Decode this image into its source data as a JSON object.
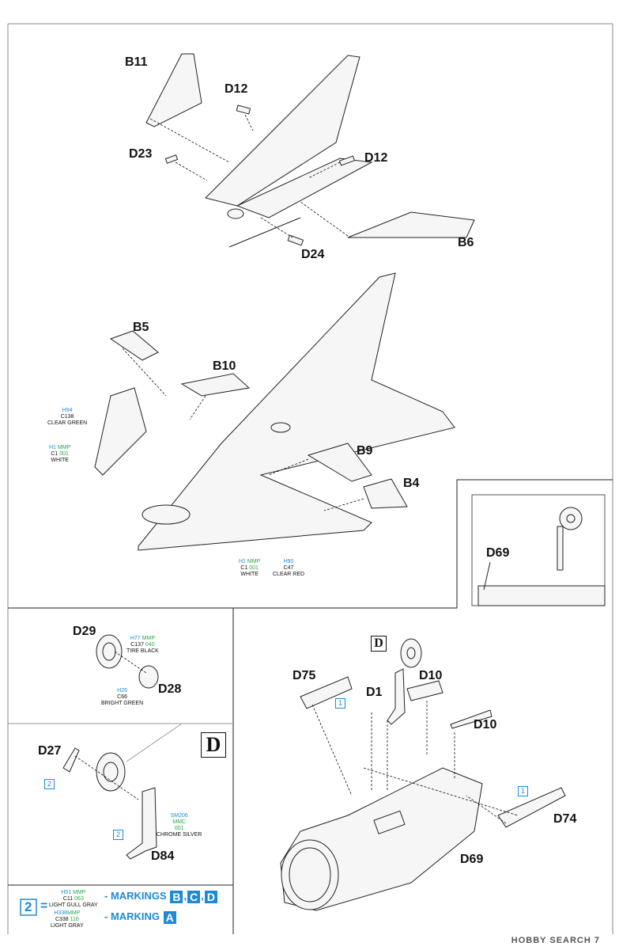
{
  "top_labels": {
    "b11": "B11",
    "d12a": "D12",
    "d23": "D23",
    "d12b": "D12",
    "d24": "D24",
    "b6": "B6",
    "b5": "B5",
    "b10": "B10",
    "b9": "B9",
    "b4": "B4",
    "d69_inset": "D69"
  },
  "paints": {
    "clear_green": {
      "code1": "H94",
      "code2": "",
      "code3": "C138",
      "name": "CLEAR GREEN"
    },
    "white_left": {
      "code1": "H1",
      "code2": "MMP",
      "code3": "C1",
      "code4": "001",
      "name": "WHITE"
    },
    "white_bottom": {
      "code1": "H1",
      "code2": "MMP",
      "code3": "C1",
      "code4": "001",
      "name": "WHITE"
    },
    "clear_red": {
      "code1": "H90",
      "code2": "",
      "code3": "C47",
      "name": "CLEAR RED"
    },
    "tire_black": {
      "code1": "H77",
      "code2": "MMP",
      "code3": "C137",
      "code4": "040",
      "name": "TIRE BLACK"
    },
    "bright_green": {
      "code1": "H26",
      "code2": "",
      "code3": "C66",
      "name": "BRIGHT GREEN"
    },
    "chrome_silver": {
      "code1": "SM206",
      "code2": "MMC",
      "code3": "",
      "code4": "001",
      "name": "CHROME SILVER"
    }
  },
  "wheel_labels": {
    "d29": "D29",
    "d28": "D28",
    "d27": "D27",
    "d84": "D84",
    "boxD": "D"
  },
  "nose_labels": {
    "boxD": "D",
    "d75": "D75",
    "d10a": "D10",
    "d1": "D1",
    "d10b": "D10",
    "d74": "D74",
    "d69": "D69"
  },
  "steps": {
    "s2a": "2",
    "s2b": "2",
    "s1a": "1",
    "s1b": "1"
  },
  "legend": {
    "num": "2",
    "eq": "=",
    "row1": {
      "code1": "H51",
      "code2": "MMP",
      "code3": "C11",
      "code4": "063",
      "name": "LIGHT GULL GRAY",
      "text": "- MARKINGS",
      "boxes": [
        "B",
        "C",
        "D"
      ]
    },
    "row2": {
      "code1": "H338",
      "code2": "MMP",
      "code3": "C338",
      "code4": "116",
      "name": "LIGHT GRAY",
      "text": "- MARKING",
      "boxes": [
        "A"
      ]
    }
  },
  "watermark": "HOBBY SEARCH",
  "page_corner": "7"
}
